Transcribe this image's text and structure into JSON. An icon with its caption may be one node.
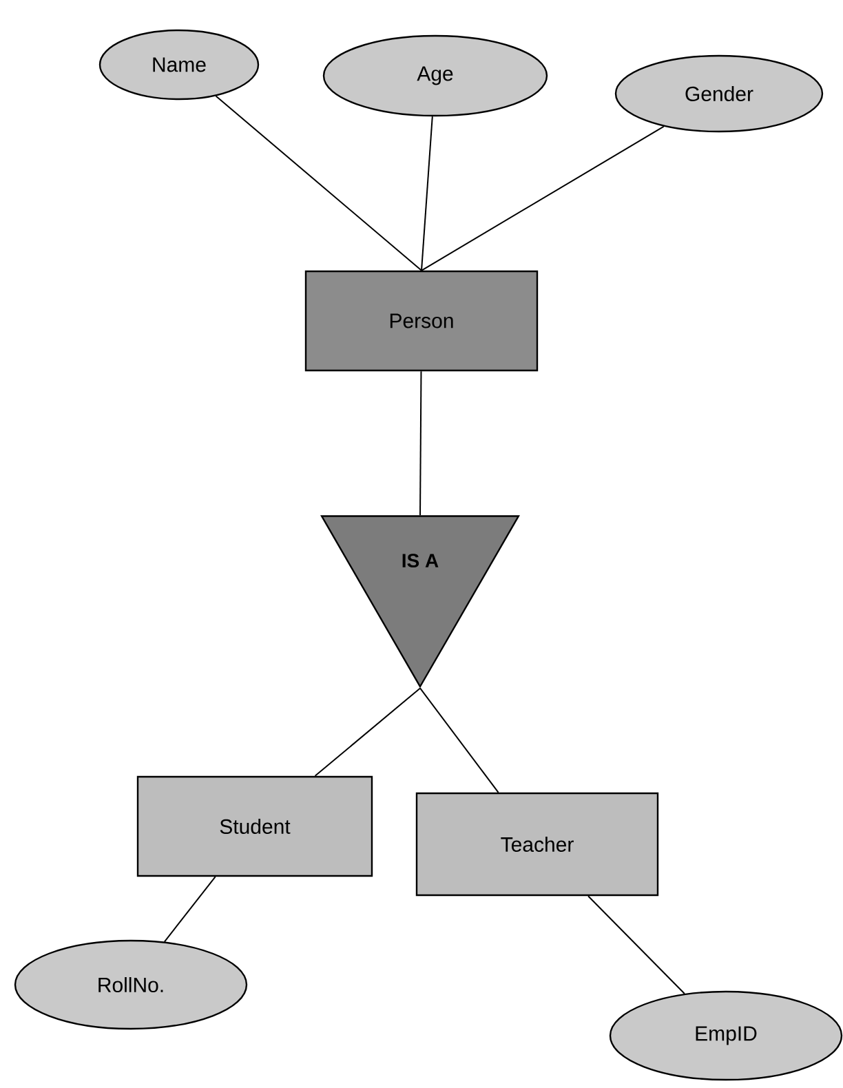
{
  "diagram": {
    "nodes": [
      {
        "text": [
          "Name"
        ]
      },
      {
        "text": [
          "Age"
        ]
      },
      {
        "text": [
          "Gender"
        ]
      },
      {
        "text": [
          "Person"
        ]
      },
      {
        "text": [
          "IS A"
        ]
      },
      {
        "text": [
          "Student"
        ]
      },
      {
        "text": [
          "Teacher"
        ]
      },
      {
        "text": [
          "RollNo."
        ]
      },
      {
        "text": [
          "EmpID"
        ]
      }
    ],
    "edges": [
      {
        "from": 0,
        "to": 3,
        "arrow": "none"
      },
      {
        "from": 1,
        "to": 3,
        "arrow": "none"
      },
      {
        "from": 2,
        "to": 3,
        "arrow": "none"
      },
      {
        "from": 3,
        "to": 4,
        "arrow": "none"
      },
      {
        "from": 4,
        "to": 5,
        "arrow": "none"
      },
      {
        "from": 4,
        "to": 6,
        "arrow": "none"
      },
      {
        "from": 5,
        "to": 7,
        "arrow": "none"
      },
      {
        "from": 6,
        "to": 8,
        "arrow": "none"
      }
    ]
  }
}
